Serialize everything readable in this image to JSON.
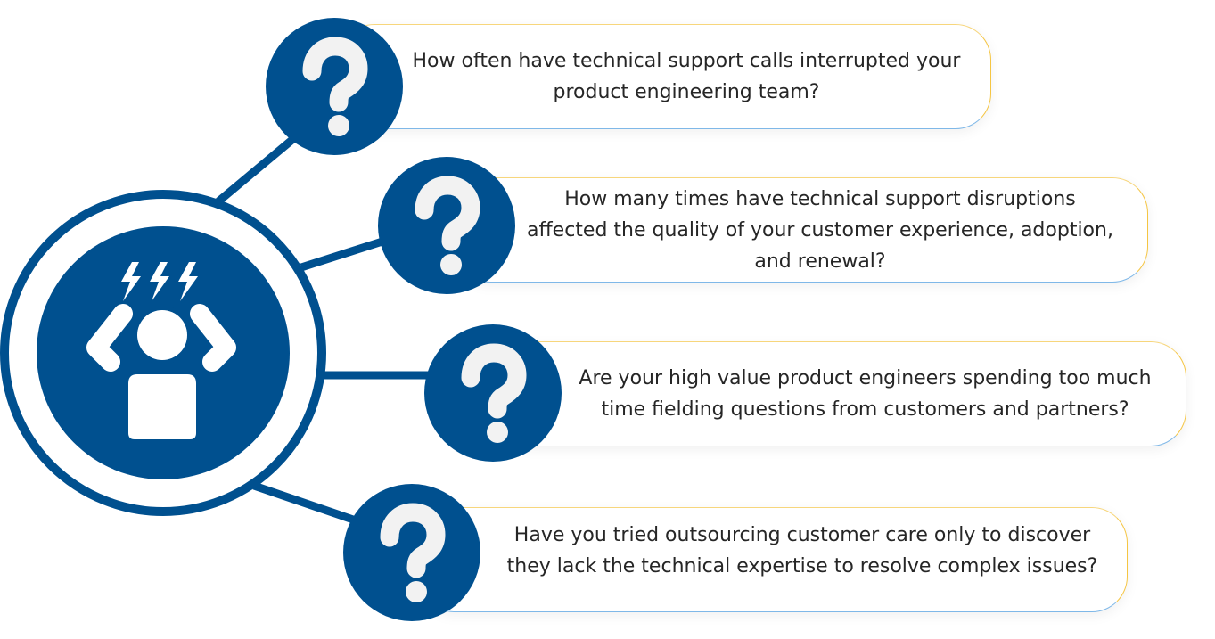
{
  "colors": {
    "brand_blue": "#00508f",
    "accent_yellow": "#f5c542",
    "accent_light_blue": "#7fb8e8",
    "question_mark": "#f2f2f2",
    "text": "#262626"
  },
  "hub": {
    "icon": "stressed-person-icon"
  },
  "questions": [
    {
      "icon": "question-mark-icon",
      "text": "How often have technical support calls interrupted your product engineering team?"
    },
    {
      "icon": "question-mark-icon",
      "text": "How many times have technical support disruptions affected the quality of your customer experience, adoption, and renewal?"
    },
    {
      "icon": "question-mark-icon",
      "text": "Are your high value product engineers spending too much time fielding questions from customers and partners?"
    },
    {
      "icon": "question-mark-icon",
      "text": "Have you tried outsourcing customer care only to discover they lack the technical expertise to resolve complex issues?"
    }
  ]
}
